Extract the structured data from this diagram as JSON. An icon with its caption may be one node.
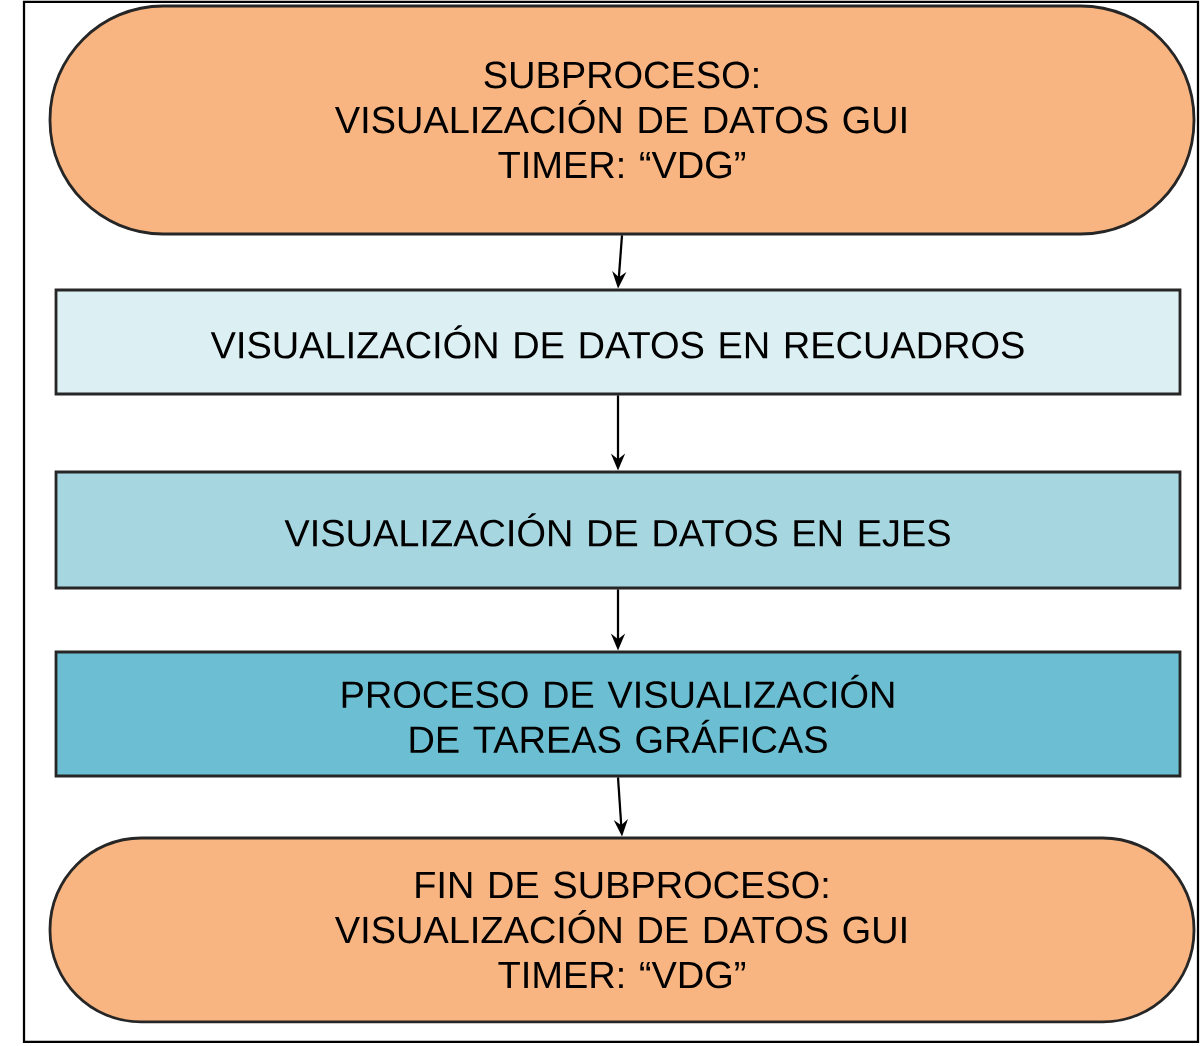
{
  "diagram": {
    "nodes": [
      {
        "text": [
          "SUBPROCESO:",
          "VISUALIZACIÓN DE DATOS GUI",
          "TIMER: “VDG”"
        ]
      },
      {
        "text": [
          "VISUALIZACIÓN DE DATOS EN RECUADROS"
        ]
      },
      {
        "text": [
          "VISUALIZACIÓN DE DATOS EN EJES"
        ]
      },
      {
        "text": [
          "PROCESO DE VISUALIZACIÓN DE TAREAS GRÁFICAS"
        ]
      },
      {
        "text": [
          "FIN DE SUBPROCESO:",
          "VISUALIZACIÓN DE DATOS GUI",
          "TIMER: “VDG”"
        ]
      }
    ],
    "edges": [
      {
        "from": 0,
        "to": 1,
        "arrow": "to"
      },
      {
        "from": 1,
        "to": 2,
        "arrow": "to"
      },
      {
        "from": 2,
        "to": 3,
        "arrow": "to"
      },
      {
        "from": 3,
        "to": 4,
        "arrow": "to"
      }
    ]
  }
}
